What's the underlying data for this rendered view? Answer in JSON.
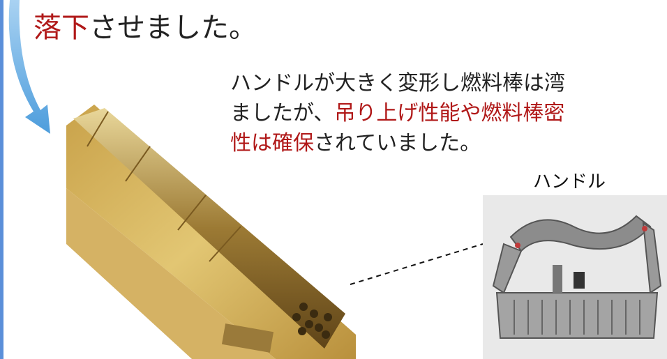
{
  "slide": {
    "title": {
      "accent": "落下",
      "rest": "させました。"
    },
    "description": {
      "line1": "ハンドルが大きく変形し燃料棒は湾",
      "line2_plain": "ましたが、",
      "line2_accent": "吊り上げ性能や燃料棒密",
      "line3_accent": "性は確保",
      "line3_plain": "されていました。"
    },
    "handle_label": "ハンドル"
  },
  "colors": {
    "accent": "#b01818",
    "arrow": "#5aa5e0",
    "left_rule": "#5b8fd9"
  },
  "images": {
    "bundle_photo": "fuel-assembly-photo",
    "handle_photo": "deformed-handle-photo",
    "arrow": "curved-down-arrow-icon"
  }
}
